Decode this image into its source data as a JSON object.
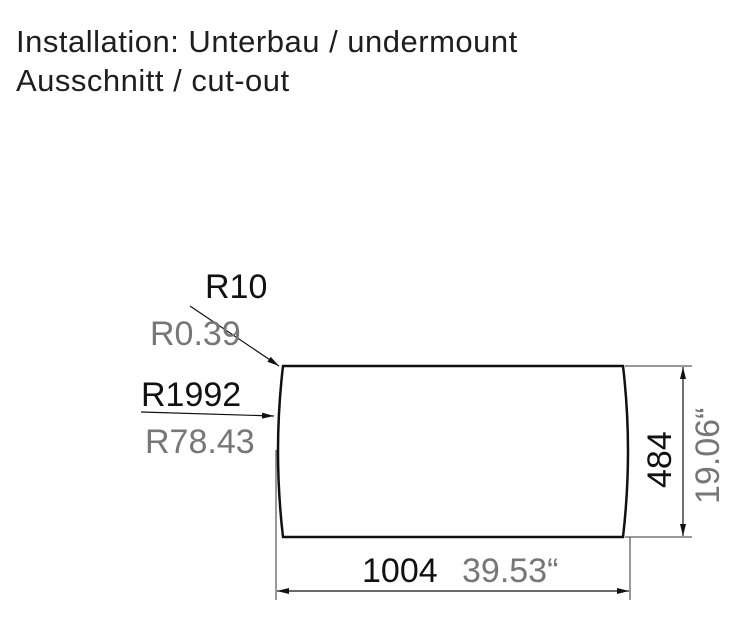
{
  "header": {
    "installation": "Installation: Unterbau / undermount",
    "cutout": "Ausschnitt / cut-out"
  },
  "drawing": {
    "width_mm": "1004",
    "width_in": "39.53“",
    "height_mm": "484",
    "height_in": "19.06“",
    "corner_radius_mm": "R10",
    "corner_radius_in": "R0.39",
    "side_radius_mm": "R1992",
    "side_radius_in": "R78.43",
    "colors": {
      "metric": "#111111",
      "imperial": "#777777"
    }
  }
}
